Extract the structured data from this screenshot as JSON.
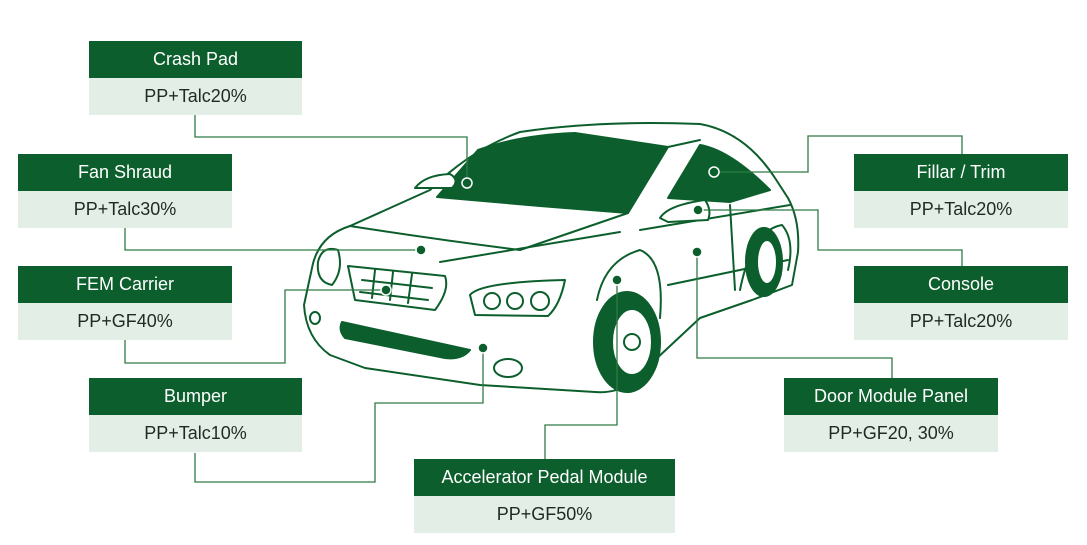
{
  "components": [
    {
      "name": "Crash Pad",
      "material": "PP+Talc20%"
    },
    {
      "name": "Fan Shraud",
      "material": "PP+Talc30%"
    },
    {
      "name": "FEM Carrier",
      "material": "PP+GF40%"
    },
    {
      "name": "Bumper",
      "material": "PP+Talc10%"
    },
    {
      "name": "Accelerator Pedal Module",
      "material": "PP+GF50%"
    },
    {
      "name": "Door Module Panel",
      "material": "PP+GF20, 30%"
    },
    {
      "name": "Console",
      "material": "PP+Talc20%"
    },
    {
      "name": "Fillar / Trim",
      "material": "PP+Talc20%"
    }
  ],
  "colors": {
    "brand_green": "#0c5f2c",
    "light_green": "#e3efe6",
    "line_green": "#2f7a45"
  }
}
